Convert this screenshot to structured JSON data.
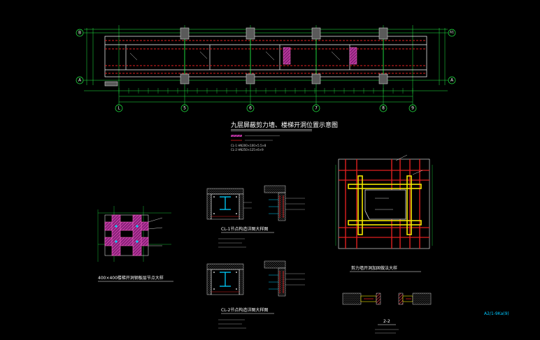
{
  "drawing": {
    "plan_title": "九层屏蔽剪力墙、楼梯开洞位置示意图",
    "legend_lines": [
      "CL-1  HN200×100×5.5×8",
      "CL-2  HN250×125×6×9"
    ],
    "axis_labels": {
      "top": [
        "L",
        "5",
        "6",
        "7",
        "8",
        "9"
      ],
      "left": [
        "B",
        "A"
      ],
      "right": [
        "A1",
        "A"
      ]
    },
    "detail_titles": {
      "column_detail": "400×400楼梯开洞钢板层节点大样",
      "cl1_detail": "CL-1节点构造详图大样图",
      "cl2_detail": "CL-2节点构造详图大样图",
      "shear_wall_detail": "剪力墙开洞加固做法大样",
      "section": "2-2"
    },
    "corner_note": "A2/1-9Ka(9)"
  },
  "colors": {
    "background": "#000000",
    "grid": "#22ee44",
    "rebar": "#e01f1f",
    "column": "#c8c8c8",
    "steel": "#00d0ff",
    "plate": "#f2e600",
    "wall_fill": "#ff66cc"
  }
}
